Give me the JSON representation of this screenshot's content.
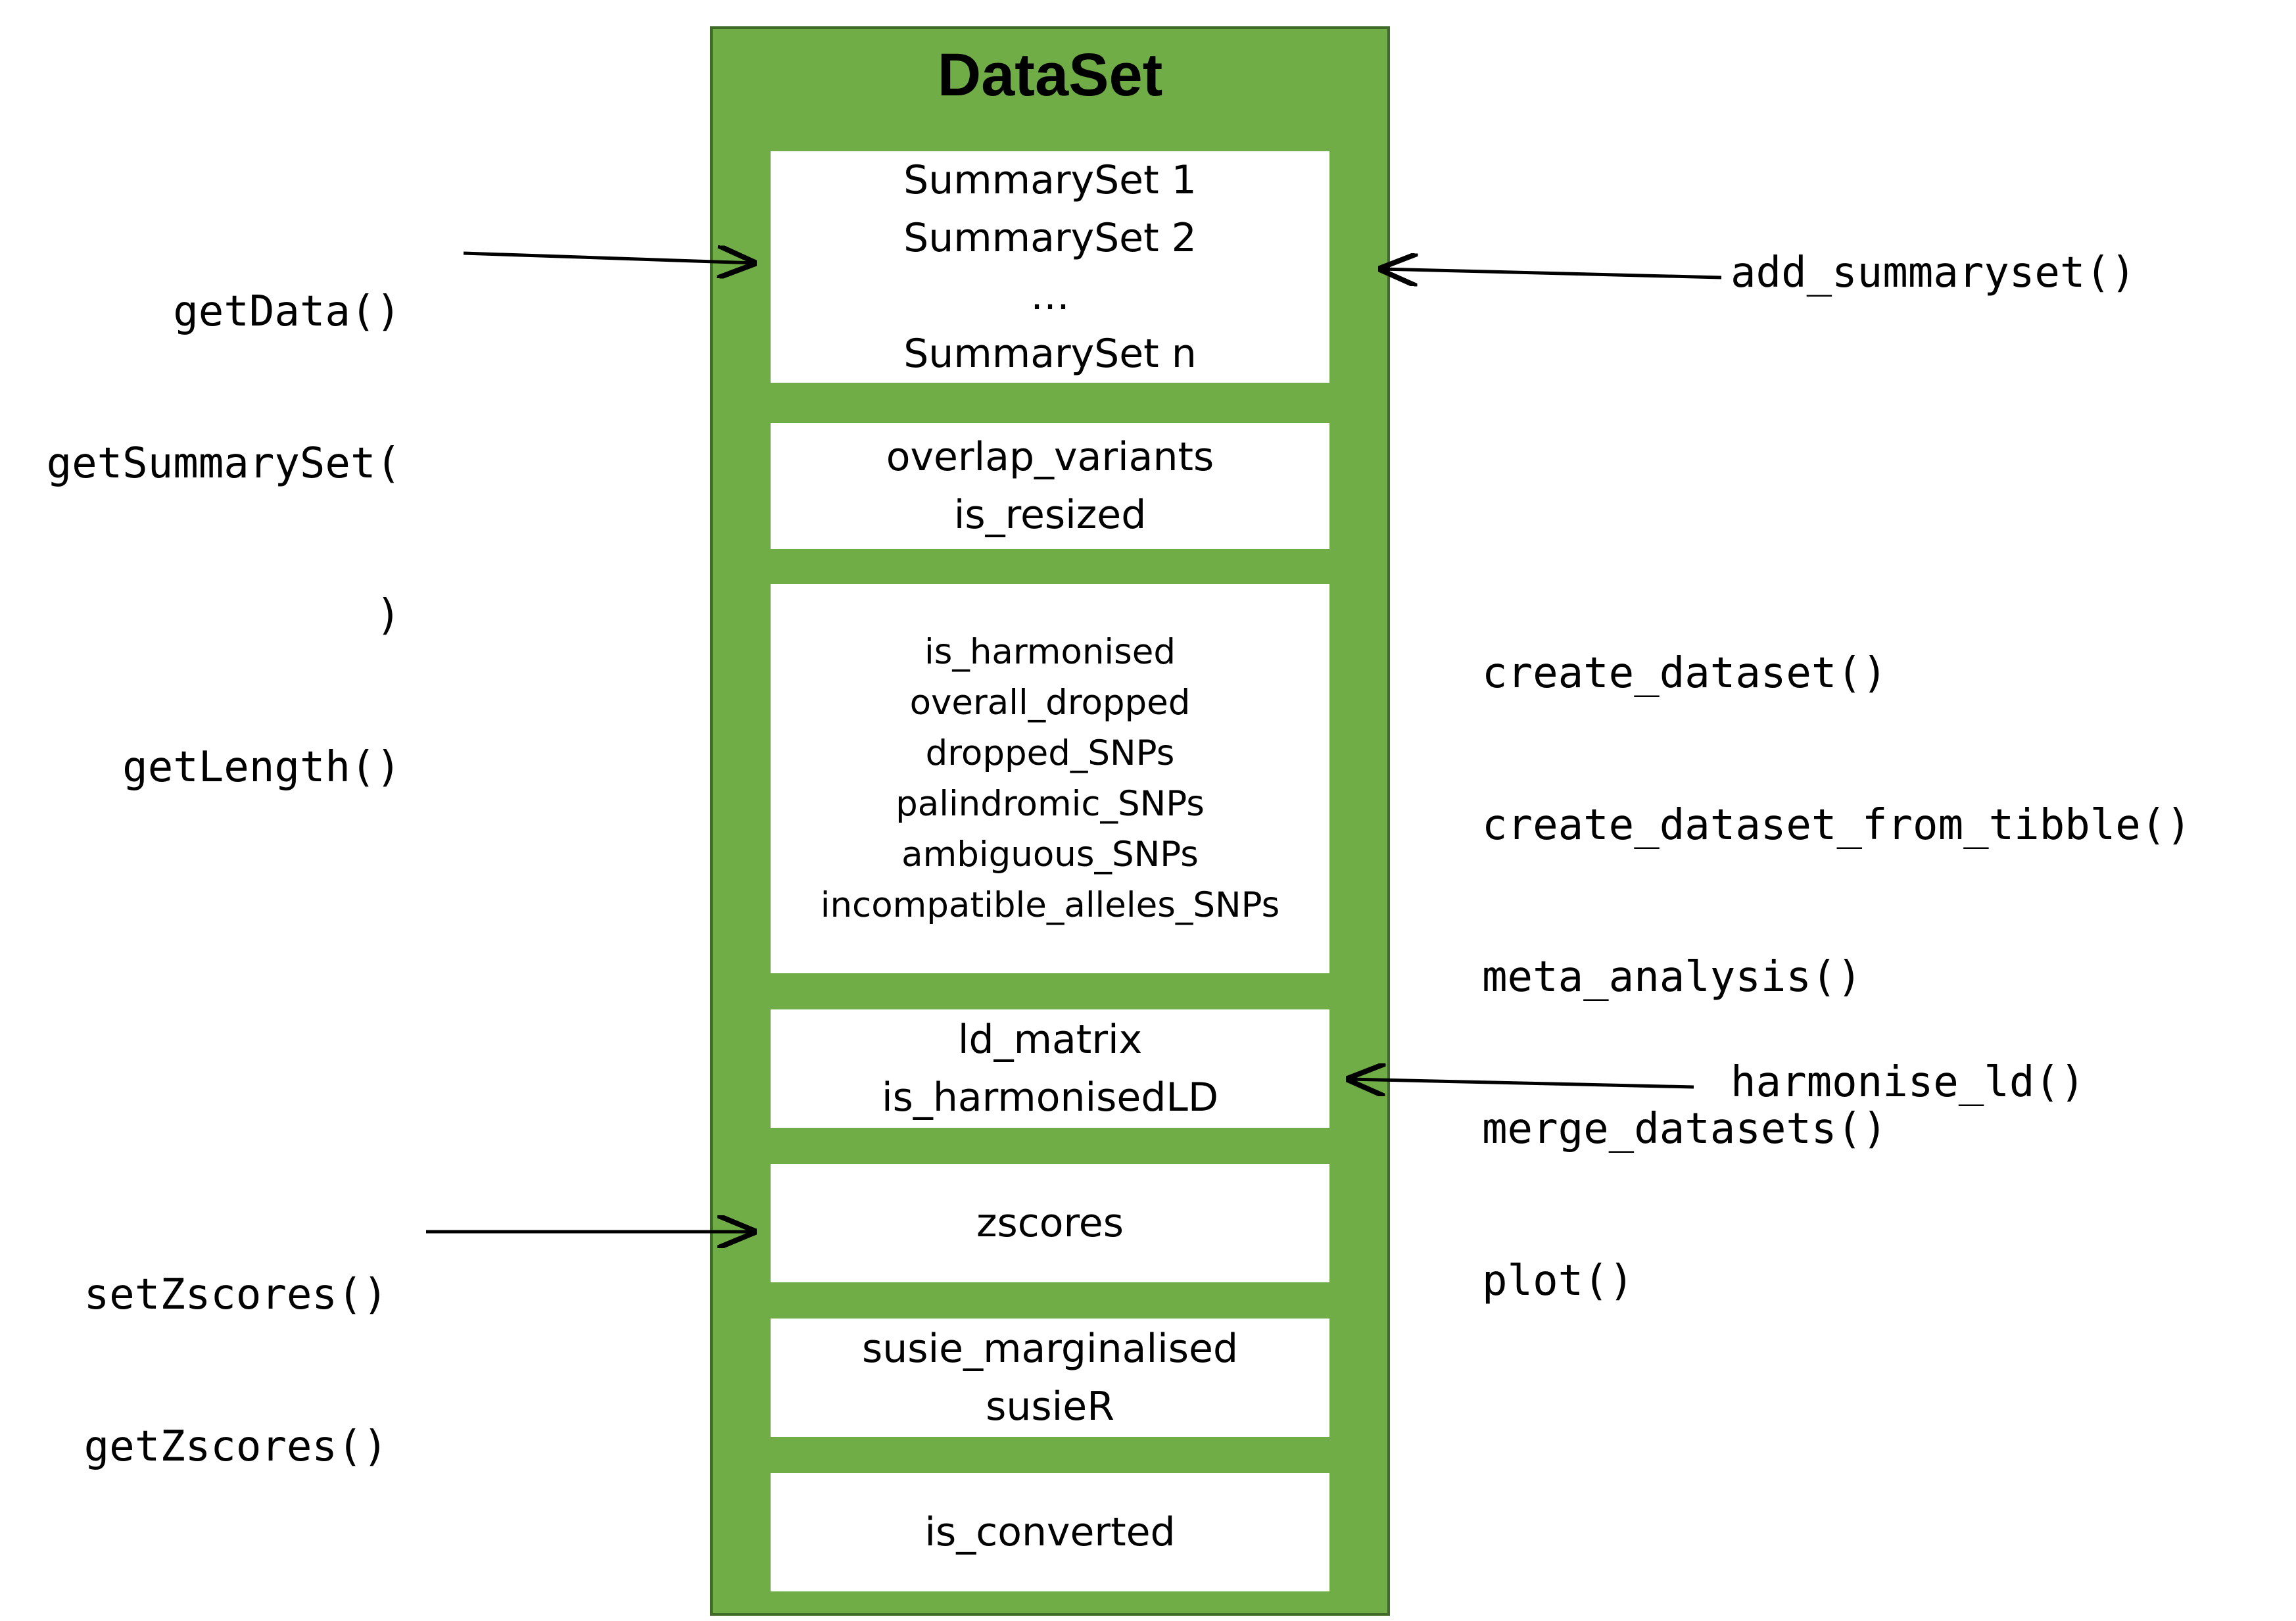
{
  "dataset": {
    "title": "DataSet",
    "summarysets": [
      "SummarySet 1",
      "SummarySet 2",
      "…",
      "SummarySet n"
    ],
    "overlap": [
      "overlap_variants",
      "is_resized"
    ],
    "harmonisation": [
      "is_harmonised",
      "overall_dropped",
      "dropped_SNPs",
      "palindromic_SNPs",
      "ambiguous_SNPs",
      "incompatible_alleles_SNPs"
    ],
    "ld": [
      "ld_matrix",
      "is_harmonisedLD"
    ],
    "zscores": [
      "zscores"
    ],
    "susie": [
      "susie_marginalised",
      "susieR"
    ],
    "converted": [
      "is_converted"
    ]
  },
  "methods": {
    "getters": [
      "getData()",
      "getSummarySet(",
      ")",
      "getLength()"
    ],
    "add_summaryset": "add_summaryset()",
    "constructors": [
      "create_dataset()",
      "create_dataset_from_tibble()",
      "meta_analysis()",
      "merge_datasets()",
      "plot()"
    ],
    "harmonise_ld": "harmonise_ld()",
    "zscore_methods": [
      "setZscores()",
      "getZscores()"
    ]
  }
}
